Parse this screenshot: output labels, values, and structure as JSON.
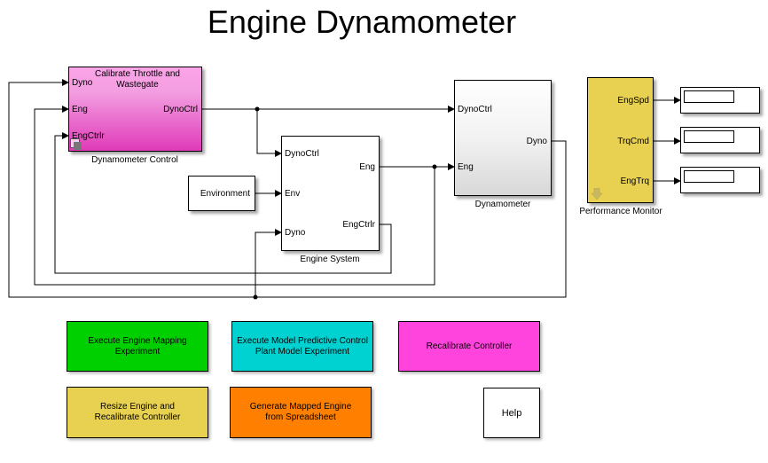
{
  "title": "Engine Dynamometer",
  "blocks": {
    "dyno_control": {
      "inner_title": "Calibrate Throttle and Wastegate",
      "label": "Dynamometer Control",
      "inputs": [
        "Dyno",
        "Eng",
        "EngCtrlr"
      ],
      "outputs": [
        "DynoCtrl"
      ],
      "color": "#e83cc0"
    },
    "environment": {
      "text": "Environment"
    },
    "engine_system": {
      "label": "Engine System",
      "inputs": [
        "DynoCtrl",
        "Env",
        "Dyno"
      ],
      "outputs": [
        "Eng",
        "EngCtrlr"
      ]
    },
    "dynamometer": {
      "label": "Dynamometer",
      "inputs": [
        "DynoCtrl",
        "Eng"
      ],
      "outputs": [
        "Dyno"
      ]
    },
    "performance_monitor": {
      "label": "Performance Monitor",
      "outputs": [
        "EngSpd",
        "TrqCmd",
        "EngTrq"
      ],
      "color": "#e8d050"
    }
  },
  "buttons": [
    {
      "label": "Execute Engine Mapping Experiment",
      "color": "#00d000"
    },
    {
      "label": "Execute Model Predictive Control Plant Model Experiment",
      "color": "#00d2d2"
    },
    {
      "label": "Recalibrate Controller",
      "color": "#ff44dd"
    },
    {
      "label": "Resize Engine and Recalibrate Controller",
      "color": "#e8d050"
    },
    {
      "label": "Generate Mapped Engine from Spreadsheet",
      "color": "#ff8000"
    },
    {
      "label": "Help",
      "color": "#ffffff"
    }
  ]
}
